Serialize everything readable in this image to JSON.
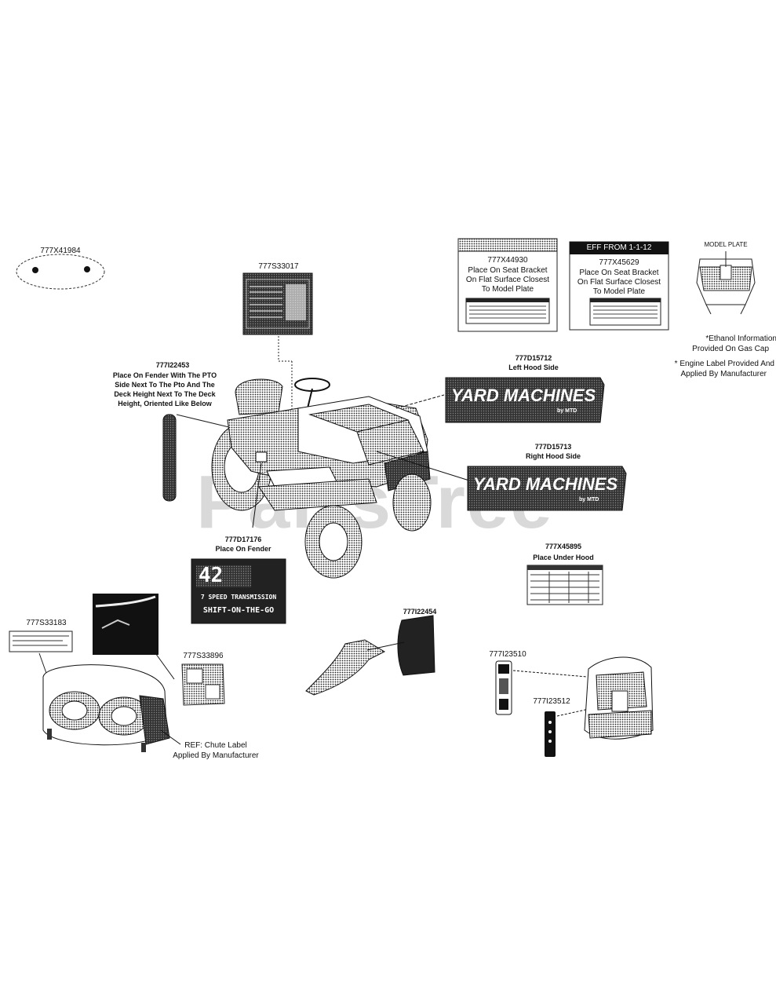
{
  "watermark": "PartsTree",
  "parts": {
    "p41984": {
      "number": "777X41984"
    },
    "p33017": {
      "number": "777S33017"
    },
    "p44930": {
      "number": "777X44930",
      "line1": "Place On Seat Bracket",
      "line2": "On Flat Surface Closest",
      "line3": "To Model Plate"
    },
    "p45629": {
      "header": "EFF FROM 1-1-12",
      "number": "777X45629",
      "line1": "Place On Seat Bracket",
      "line2": "On Flat Surface Closest",
      "line3": "To Model Plate"
    },
    "model_plate": {
      "label": "MODEL PLATE"
    },
    "p22453": {
      "number": "777I22453",
      "line1": "Place On Fender With The PTO",
      "line2": "Side Next To The Pto And The",
      "line3": "Deck Height Next To The Deck",
      "line4": "Height, Oriented Like Below"
    },
    "p15712": {
      "number": "777D15712",
      "desc": "Left Hood Side",
      "decal_text": "YARD MACHINES",
      "decal_sub": "by MTD"
    },
    "p15713": {
      "number": "777D15713",
      "desc": "Right Hood Side",
      "decal_text": "YARD MACHINES",
      "decal_sub": "by MTD"
    },
    "p17176": {
      "number": "777D17176",
      "desc": "Place On Fender",
      "big": "42",
      "small": "",
      "line_speed": "7 SPEED TRANSMISSION",
      "line_shift": "SHIFT-ON-THE-GO"
    },
    "p45895": {
      "number": "777X45895",
      "desc": "Place Under Hood"
    },
    "p33183": {
      "number": "777S33183"
    },
    "p33896": {
      "number": "777S33896"
    },
    "p22454": {
      "number": "777I22454"
    },
    "p23510": {
      "number": "777I23510"
    },
    "p23512": {
      "number": "777I23512"
    }
  },
  "notes": {
    "ethanol1": "*Ethanol Information",
    "ethanol2": "Provided On Gas Cap",
    "engine1": "* Engine Label Provided And",
    "engine2": "Applied By Manufacturer",
    "chute1": "REF: Chute Label",
    "chute2": "Applied By Manufacturer"
  }
}
